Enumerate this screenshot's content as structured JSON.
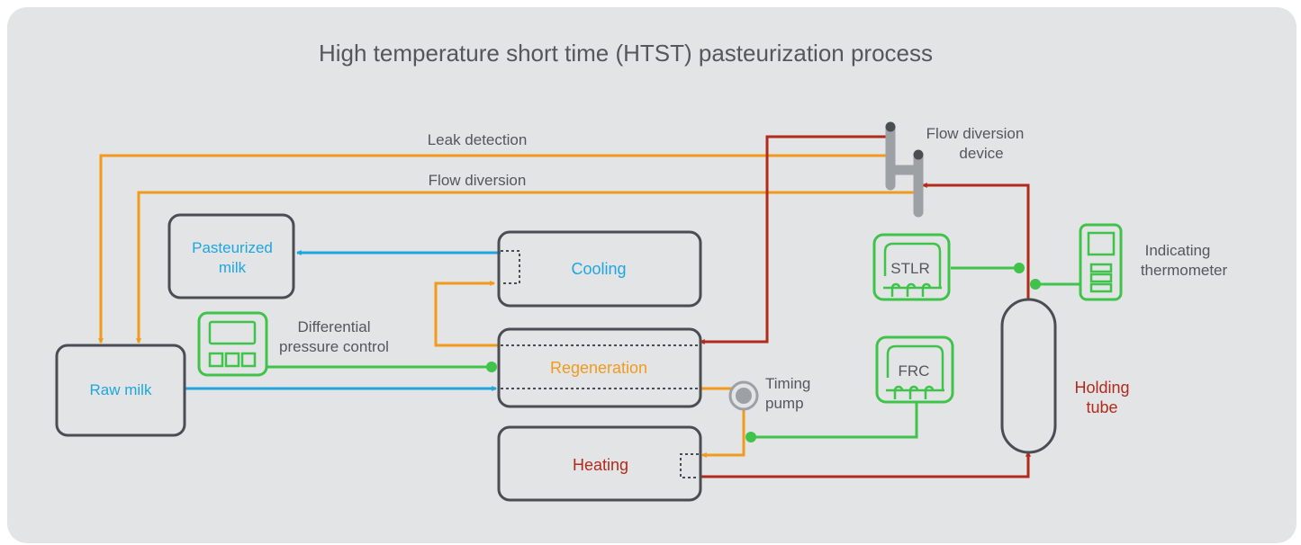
{
  "title": "High temperature short time (HTST) pasteurization process",
  "labels": {
    "leak_detection": "Leak detection",
    "flow_diversion": "Flow diversion",
    "flow_diversion_device_l1": "Flow diversion",
    "flow_diversion_device_l2": "device",
    "pasteurized_l1": "Pasteurized",
    "pasteurized_l2": "milk",
    "cooling": "Cooling",
    "regeneration": "Regeneration",
    "heating": "Heating",
    "raw_milk": "Raw milk",
    "dpc_l1": "Differential",
    "dpc_l2": "pressure control",
    "timing_l1": "Timing",
    "timing_l2": "pump",
    "stlr": "STLR",
    "frc": "FRC",
    "indicating_l1": "Indicating",
    "indicating_l2": "thermometer",
    "holding_l1": "Holding",
    "holding_l2": "tube"
  },
  "colors": {
    "orange": "#f29a1c",
    "blue": "#1fa6de",
    "red": "#b22a1c",
    "green": "#3fc34a",
    "dark": "#4a4d52",
    "text": "#54575b",
    "gray_device": "#9da1a6"
  }
}
